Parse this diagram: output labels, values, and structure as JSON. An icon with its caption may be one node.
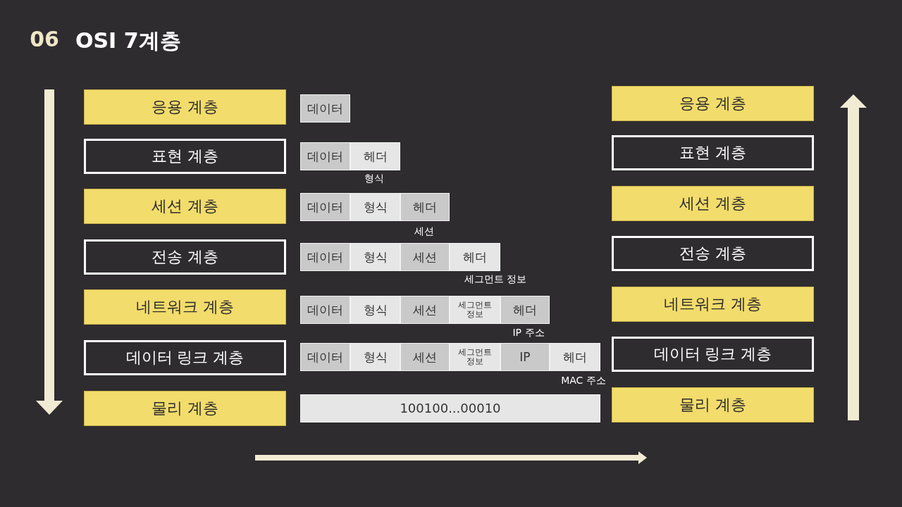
{
  "diagram": {
    "title": "OSI 7계층",
    "nodes": [
      {
        "text": [
          "응용 계층"
        ]
      },
      {
        "text": [
          "데이터"
        ]
      },
      {
        "text": [
          "응용 계층"
        ]
      },
      {
        "text": [
          "표현 계층"
        ]
      },
      {
        "text": [
          "데이터"
        ]
      },
      {
        "text": [
          "헤더"
        ]
      },
      {
        "text": [
          "표현 계층"
        ]
      },
      {
        "text": [
          "세션 계층"
        ]
      },
      {
        "text": [
          "데이터"
        ]
      },
      {
        "text": [
          "형식"
        ]
      },
      {
        "text": [
          "헤더"
        ]
      },
      {
        "text": [
          "세션 계층"
        ]
      },
      {
        "text": [
          "전송 계층"
        ]
      },
      {
        "text": [
          "데이터"
        ]
      },
      {
        "text": [
          "형식"
        ]
      },
      {
        "text": [
          "세션"
        ]
      },
      {
        "text": [
          "헤더"
        ]
      },
      {
        "text": [
          "전송 계층"
        ]
      },
      {
        "text": [
          "네트워크 계층"
        ]
      },
      {
        "text": [
          "데이터"
        ]
      },
      {
        "text": [
          "형식"
        ]
      },
      {
        "text": [
          "세션"
        ]
      },
      {
        "text": [
          "세그먼트 정보"
        ]
      },
      {
        "text": [
          "헤더"
        ]
      },
      {
        "text": [
          "네트워크 계층"
        ]
      },
      {
        "text": [
          "데이터 링크 계층"
        ]
      },
      {
        "text": [
          "데이터"
        ]
      },
      {
        "text": [
          "형식"
        ]
      },
      {
        "text": [
          "세션"
        ]
      },
      {
        "text": [
          "세그먼트 정보"
        ]
      },
      {
        "text": [
          "IP"
        ]
      },
      {
        "text": [
          "헤더"
        ]
      },
      {
        "text": [
          "데이터 링크 계층"
        ]
      },
      {
        "text": [
          "물리 계층"
        ]
      },
      {
        "text": [
          "100100...00010"
        ]
      },
      {
        "text": [
          "물리 계층"
        ]
      }
    ],
    "labels": [
      "06",
      "형식",
      "세션",
      "세그먼트 정보",
      "IP 주소",
      "MAC 주소"
    ]
  }
}
